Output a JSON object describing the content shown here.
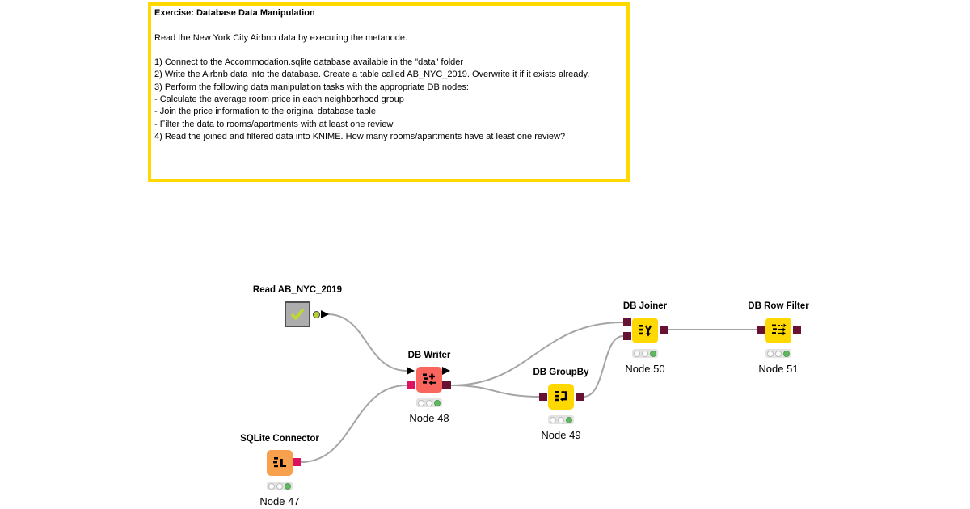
{
  "annotation": {
    "title": "Exercise: Database Data Manipulation",
    "body": "Read the New York City Airbnb data by executing the metanode.\n\n1) Connect to the Accommodation.sqlite database available in the \"data\" folder\n2) Write the Airbnb data into the database. Create a table called AB_NYC_2019. Overwrite it if it exists already.\n3) Perform the following data manipulation tasks with the appropriate DB nodes:\n- Calculate the average room price in each neighborhood group\n- Join the price information to the original database table\n- Filter the data to rooms/apartments with at least one review\n4) Read the joined and filtered data into KNIME. How many rooms/apartments have at least one review?",
    "border_color": "#FFD800"
  },
  "nodes": {
    "metanode": {
      "title": "Read AB_NYC_2019",
      "type": "metanode",
      "status": "executed",
      "icon": "check-icon",
      "color": "#ADADAD"
    },
    "sqlite": {
      "title": "SQLite Connector",
      "label": "Node 47",
      "status": "executed",
      "icon": "database-connector-icon",
      "color": "#F7A04D"
    },
    "writer": {
      "title": "DB Writer",
      "label": "Node 48",
      "status": "executed",
      "icon": "db-writer-icon",
      "color": "#FA655E"
    },
    "groupby": {
      "title": "DB GroupBy",
      "label": "Node 49",
      "status": "executed",
      "icon": "db-groupby-icon",
      "color": "#FFD800"
    },
    "joiner": {
      "title": "DB Joiner",
      "label": "Node 50",
      "status": "executed",
      "icon": "db-joiner-icon",
      "color": "#FFD800"
    },
    "rowfilter": {
      "title": "DB Row Filter",
      "label": "Node 51",
      "status": "executed",
      "icon": "db-rowfilter-icon",
      "color": "#FFD800"
    }
  },
  "connections": [
    {
      "from": "Read AB_NYC_2019",
      "to": "DB Writer data input"
    },
    {
      "from": "SQLite Connector",
      "to": "DB Writer DB connection input"
    },
    {
      "from": "DB Writer",
      "to": "DB Joiner input 1"
    },
    {
      "from": "DB Writer",
      "to": "DB GroupBy"
    },
    {
      "from": "DB GroupBy",
      "to": "DB Joiner input 2"
    },
    {
      "from": "DB Joiner",
      "to": "DB Row Filter"
    }
  ],
  "colors": {
    "wire": "#A5A5A5",
    "annotation_border": "#FFD800",
    "node_yellow": "#FFD800",
    "node_orange": "#F7A04D",
    "node_red": "#FA655E",
    "metanode_gray": "#ADADAD",
    "port_db_connection": "#DC1260",
    "port_db_data": "#691132",
    "status_green": "#5FBA5F",
    "check_green": "#C3D82D"
  }
}
